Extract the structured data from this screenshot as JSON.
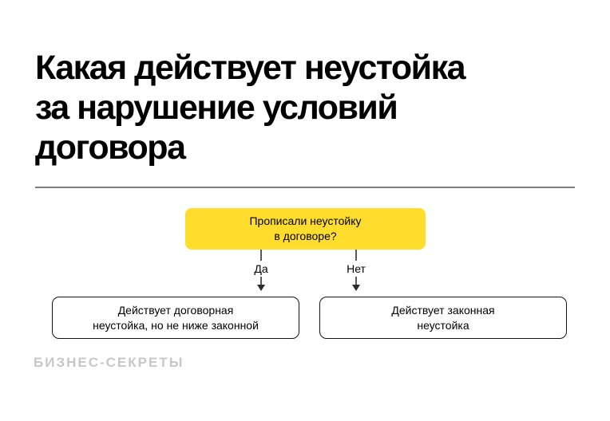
{
  "title": {
    "text": "Какая действует неустойка\nза нарушение условий\nдоговора"
  },
  "flowchart": {
    "question": {
      "label": "Прописали неустойку\nв договоре?"
    },
    "branches": [
      {
        "label": "Да",
        "result": "Действует договорная\nнеустойка, но не ниже законной"
      },
      {
        "label": "Нет",
        "result": "Действует законная\nнеустойка"
      }
    ]
  },
  "footer": {
    "brand": "БИЗНЕС-СЕКРЕТЫ"
  },
  "colors": {
    "bg": "#ffffff",
    "ink": "#000000",
    "accent-yellow": "#ffdd2d",
    "line-gray": "#5a5a5a",
    "divider-gray": "#7f7f7f",
    "brand-gray": "#c7c7c7",
    "box-border": "#141414"
  }
}
